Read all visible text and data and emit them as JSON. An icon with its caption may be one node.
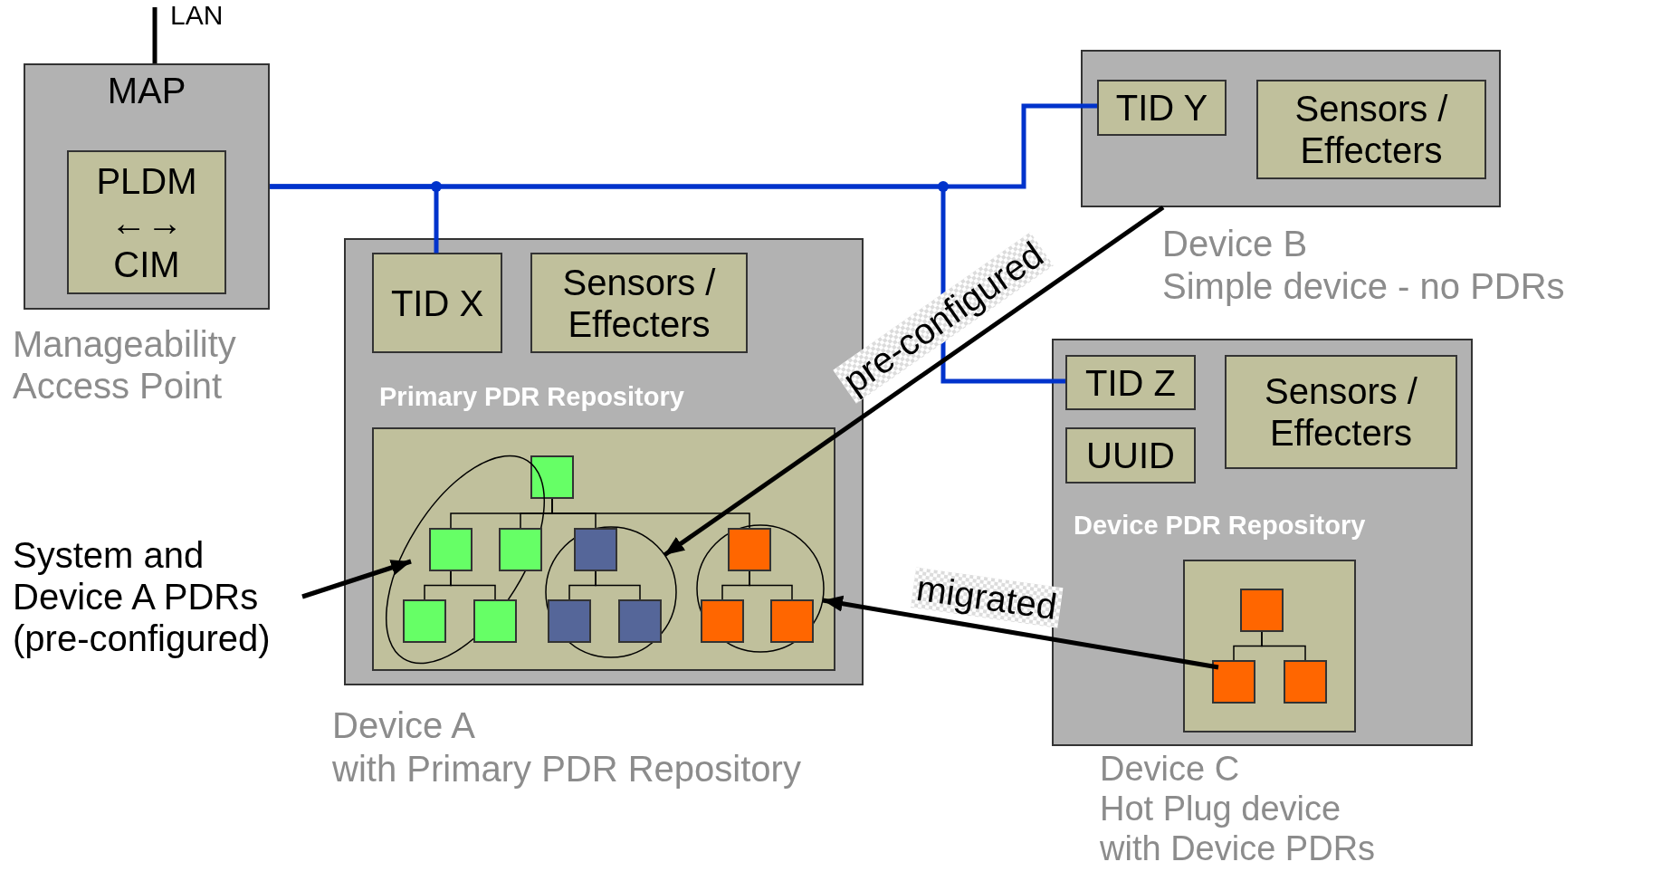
{
  "diagram": {
    "nodes": [
      {
        "text": [
          "LAN"
        ]
      },
      {
        "text": [
          "MAP"
        ],
        "beside": [
          "Manageability Access Point"
        ]
      },
      {
        "text": [
          "PLDM ←→ CIM"
        ],
        "in": 1
      },
      {
        "text": [],
        "shape": "box",
        "beside": [
          "Device B",
          "Simple device - no PDRs"
        ]
      },
      {
        "text": [
          "TID Y"
        ],
        "in": 3
      },
      {
        "text": [
          "Sensors / Effecters"
        ],
        "in": 3
      },
      {
        "text": [],
        "shape": "box",
        "beside": [
          "Device A",
          "with Primary PDR Repository"
        ]
      },
      {
        "text": [
          "TID X"
        ],
        "in": 6
      },
      {
        "text": [
          "Sensors / Effecters"
        ],
        "in": 6
      },
      {
        "text": [
          "Primary PDR Repository"
        ],
        "in": 6
      },
      {
        "text": [],
        "shape": "ellipse",
        "in": 9
      },
      {
        "text": [],
        "shape": "circle",
        "in": 9
      },
      {
        "text": [],
        "shape": "circle",
        "in": 9
      },
      {
        "text": [],
        "shape": "box",
        "in": 9
      },
      {
        "text": [],
        "shape": "box",
        "in": 10
      },
      {
        "text": [],
        "shape": "box",
        "in": 10
      },
      {
        "text": [],
        "shape": "box",
        "in": 11
      },
      {
        "text": [],
        "shape": "box",
        "in": 12
      },
      {
        "text": [],
        "shape": "box",
        "in": 10
      },
      {
        "text": [],
        "shape": "box",
        "in": 10
      },
      {
        "text": [],
        "shape": "box",
        "in": 11
      },
      {
        "text": [],
        "shape": "box",
        "in": 11
      },
      {
        "text": [],
        "shape": "box",
        "in": 12
      },
      {
        "text": [],
        "shape": "box",
        "in": 12
      },
      {
        "text": [],
        "shape": "box",
        "beside": [
          "Device C",
          "Hot Plug device with Device PDRs"
        ]
      },
      {
        "text": [
          "TID Z"
        ],
        "in": 24
      },
      {
        "text": [
          "UUID"
        ],
        "in": 24
      },
      {
        "text": [
          "Sensors / Effecters"
        ],
        "in": 24
      },
      {
        "text": [
          "Device PDR Repository"
        ],
        "in": 24
      },
      {
        "text": [],
        "shape": "box",
        "in": 28
      },
      {
        "text": [],
        "shape": "box",
        "in": 28
      },
      {
        "text": [],
        "shape": "box",
        "in": 28
      },
      {
        "text": [
          "System and Device A PDRs (pre-configured)"
        ]
      }
    ],
    "edges": [
      {
        "from": 0,
        "to": 1,
        "arrow": "none",
        "style": "thick"
      },
      {
        "from": 1,
        "to": 7,
        "arrow": "none",
        "style": "thick",
        "color": "#0033cc"
      },
      {
        "from": 1,
        "to": 4,
        "arrow": "none",
        "style": "thick",
        "color": "#0033cc"
      },
      {
        "from": 1,
        "to": 25,
        "arrow": "none",
        "style": "thick",
        "color": "#0033cc"
      },
      {
        "from": 32,
        "to": 10,
        "arrow": "to",
        "style": "thick"
      },
      {
        "from": 3,
        "to": 11,
        "arrow": "to",
        "style": "thick",
        "label": "pre-configured"
      },
      {
        "from": 30,
        "to": 12,
        "arrow": "to",
        "style": "thick",
        "label": "migrated"
      },
      {
        "from": 13,
        "to": 14,
        "arrow": "none"
      },
      {
        "from": 13,
        "to": 15,
        "arrow": "none"
      },
      {
        "from": 13,
        "to": 16,
        "arrow": "none"
      },
      {
        "from": 13,
        "to": 17,
        "arrow": "none"
      },
      {
        "from": 14,
        "to": 18,
        "arrow": "none"
      },
      {
        "from": 14,
        "to": 19,
        "arrow": "none"
      },
      {
        "from": 16,
        "to": 20,
        "arrow": "none"
      },
      {
        "from": 16,
        "to": 21,
        "arrow": "none"
      },
      {
        "from": 17,
        "to": 22,
        "arrow": "none"
      },
      {
        "from": 17,
        "to": 23,
        "arrow": "none"
      },
      {
        "from": 29,
        "to": 30,
        "arrow": "none"
      },
      {
        "from": 29,
        "to": 31,
        "arrow": "none"
      }
    ]
  }
}
